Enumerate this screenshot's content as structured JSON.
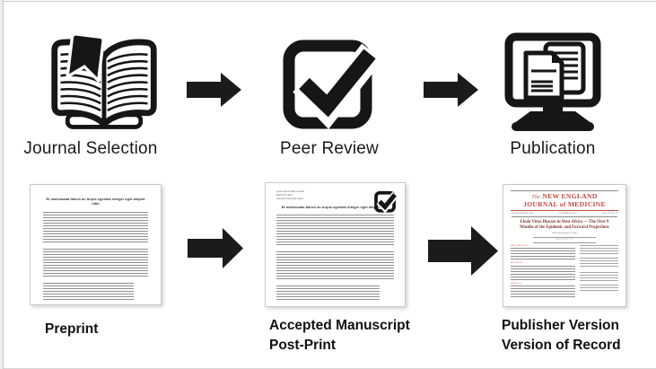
{
  "colors": {
    "icon_black": "#161616",
    "nejm_red": "#bf4940",
    "nejm_title_red": "#7c352e"
  },
  "top_flow": {
    "stages": [
      {
        "icon": "open-book-icon",
        "label": "Journal Selection"
      },
      {
        "icon": "checkbox-check-icon",
        "label": "Peer Review"
      },
      {
        "icon": "monitor-documents-icon",
        "label": "Publication"
      }
    ]
  },
  "bottom_flow": {
    "documents": [
      {
        "caption_lines": [
          "Preprint"
        ],
        "page_title": "Et malesuada fames ac turpis egestas integer eget aliquet nibh"
      },
      {
        "caption_lines": [
          "Accepted Manuscript",
          "Post-Print"
        ],
        "page_title": "Et malesuada fames ac turpis egestas integer eget aliquet nibh",
        "header_lines": [
          "Lorem ipsum dolor sit amet",
          "March 20, 2017",
          "Journal of American Sport"
        ]
      },
      {
        "caption_lines": [
          "Publisher Version",
          "Version of Record"
        ],
        "journal": {
          "masthead_the": "The",
          "masthead_line1": "NEW ENGLAND",
          "masthead_line2": "JOURNAL of MEDICINE",
          "meta_left": "ESTABLISHED IN 1812",
          "meta_center": "OCTOBER 16, 2014",
          "meta_right": "VOL. 371 NO. 16",
          "article_title": "Ebola Virus Disease in West Africa — The First 9 Months of the Epidemic and Forward Projections",
          "byline": "WHO Ebola Response Team*",
          "abstract_label": "ABSTRACT",
          "sections": [
            "BACKGROUND",
            "METHODS",
            "RESULTS"
          ]
        }
      }
    ]
  }
}
